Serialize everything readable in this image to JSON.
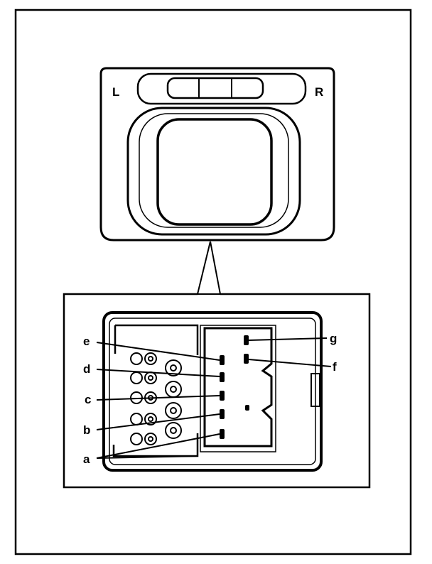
{
  "switch_top": {
    "left_label": "L",
    "right_label": "R"
  },
  "connector": {
    "pin_labels": {
      "a": "a",
      "b": "b",
      "c": "c",
      "d": "d",
      "e": "e",
      "f": "f",
      "g": "g"
    }
  }
}
